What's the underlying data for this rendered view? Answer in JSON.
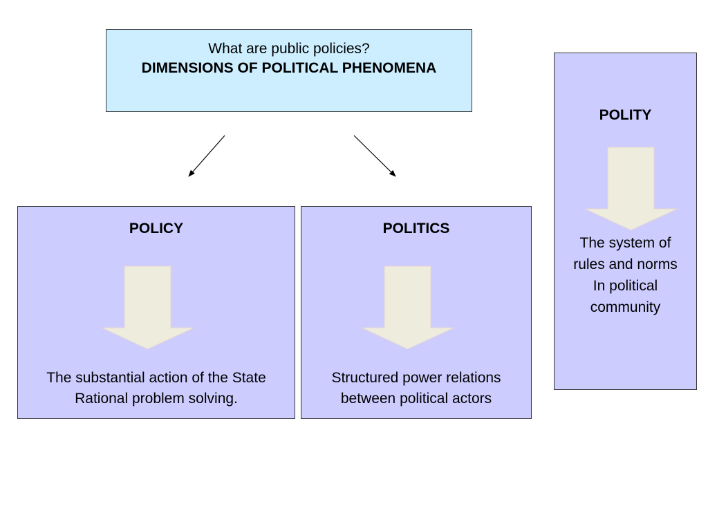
{
  "title_box": {
    "question": "What are public policies?",
    "heading": "DIMENSIONS OF POLITICAL PHENOMENA"
  },
  "policy": {
    "label": "POLICY",
    "line1": "The substantial action of the State",
    "line2": "Rational problem solving."
  },
  "politics": {
    "label": "POLITICS",
    "line1": "Structured power relations",
    "line2": "between political actors"
  },
  "polity": {
    "label": "POLITY",
    "line1": "The system of",
    "line2": "rules and norms",
    "line3": "In political",
    "line4": "community"
  },
  "colors": {
    "title_fill": "#cceeff",
    "box_fill": "#ccccff",
    "arrow_fill": "#eeecdc"
  }
}
